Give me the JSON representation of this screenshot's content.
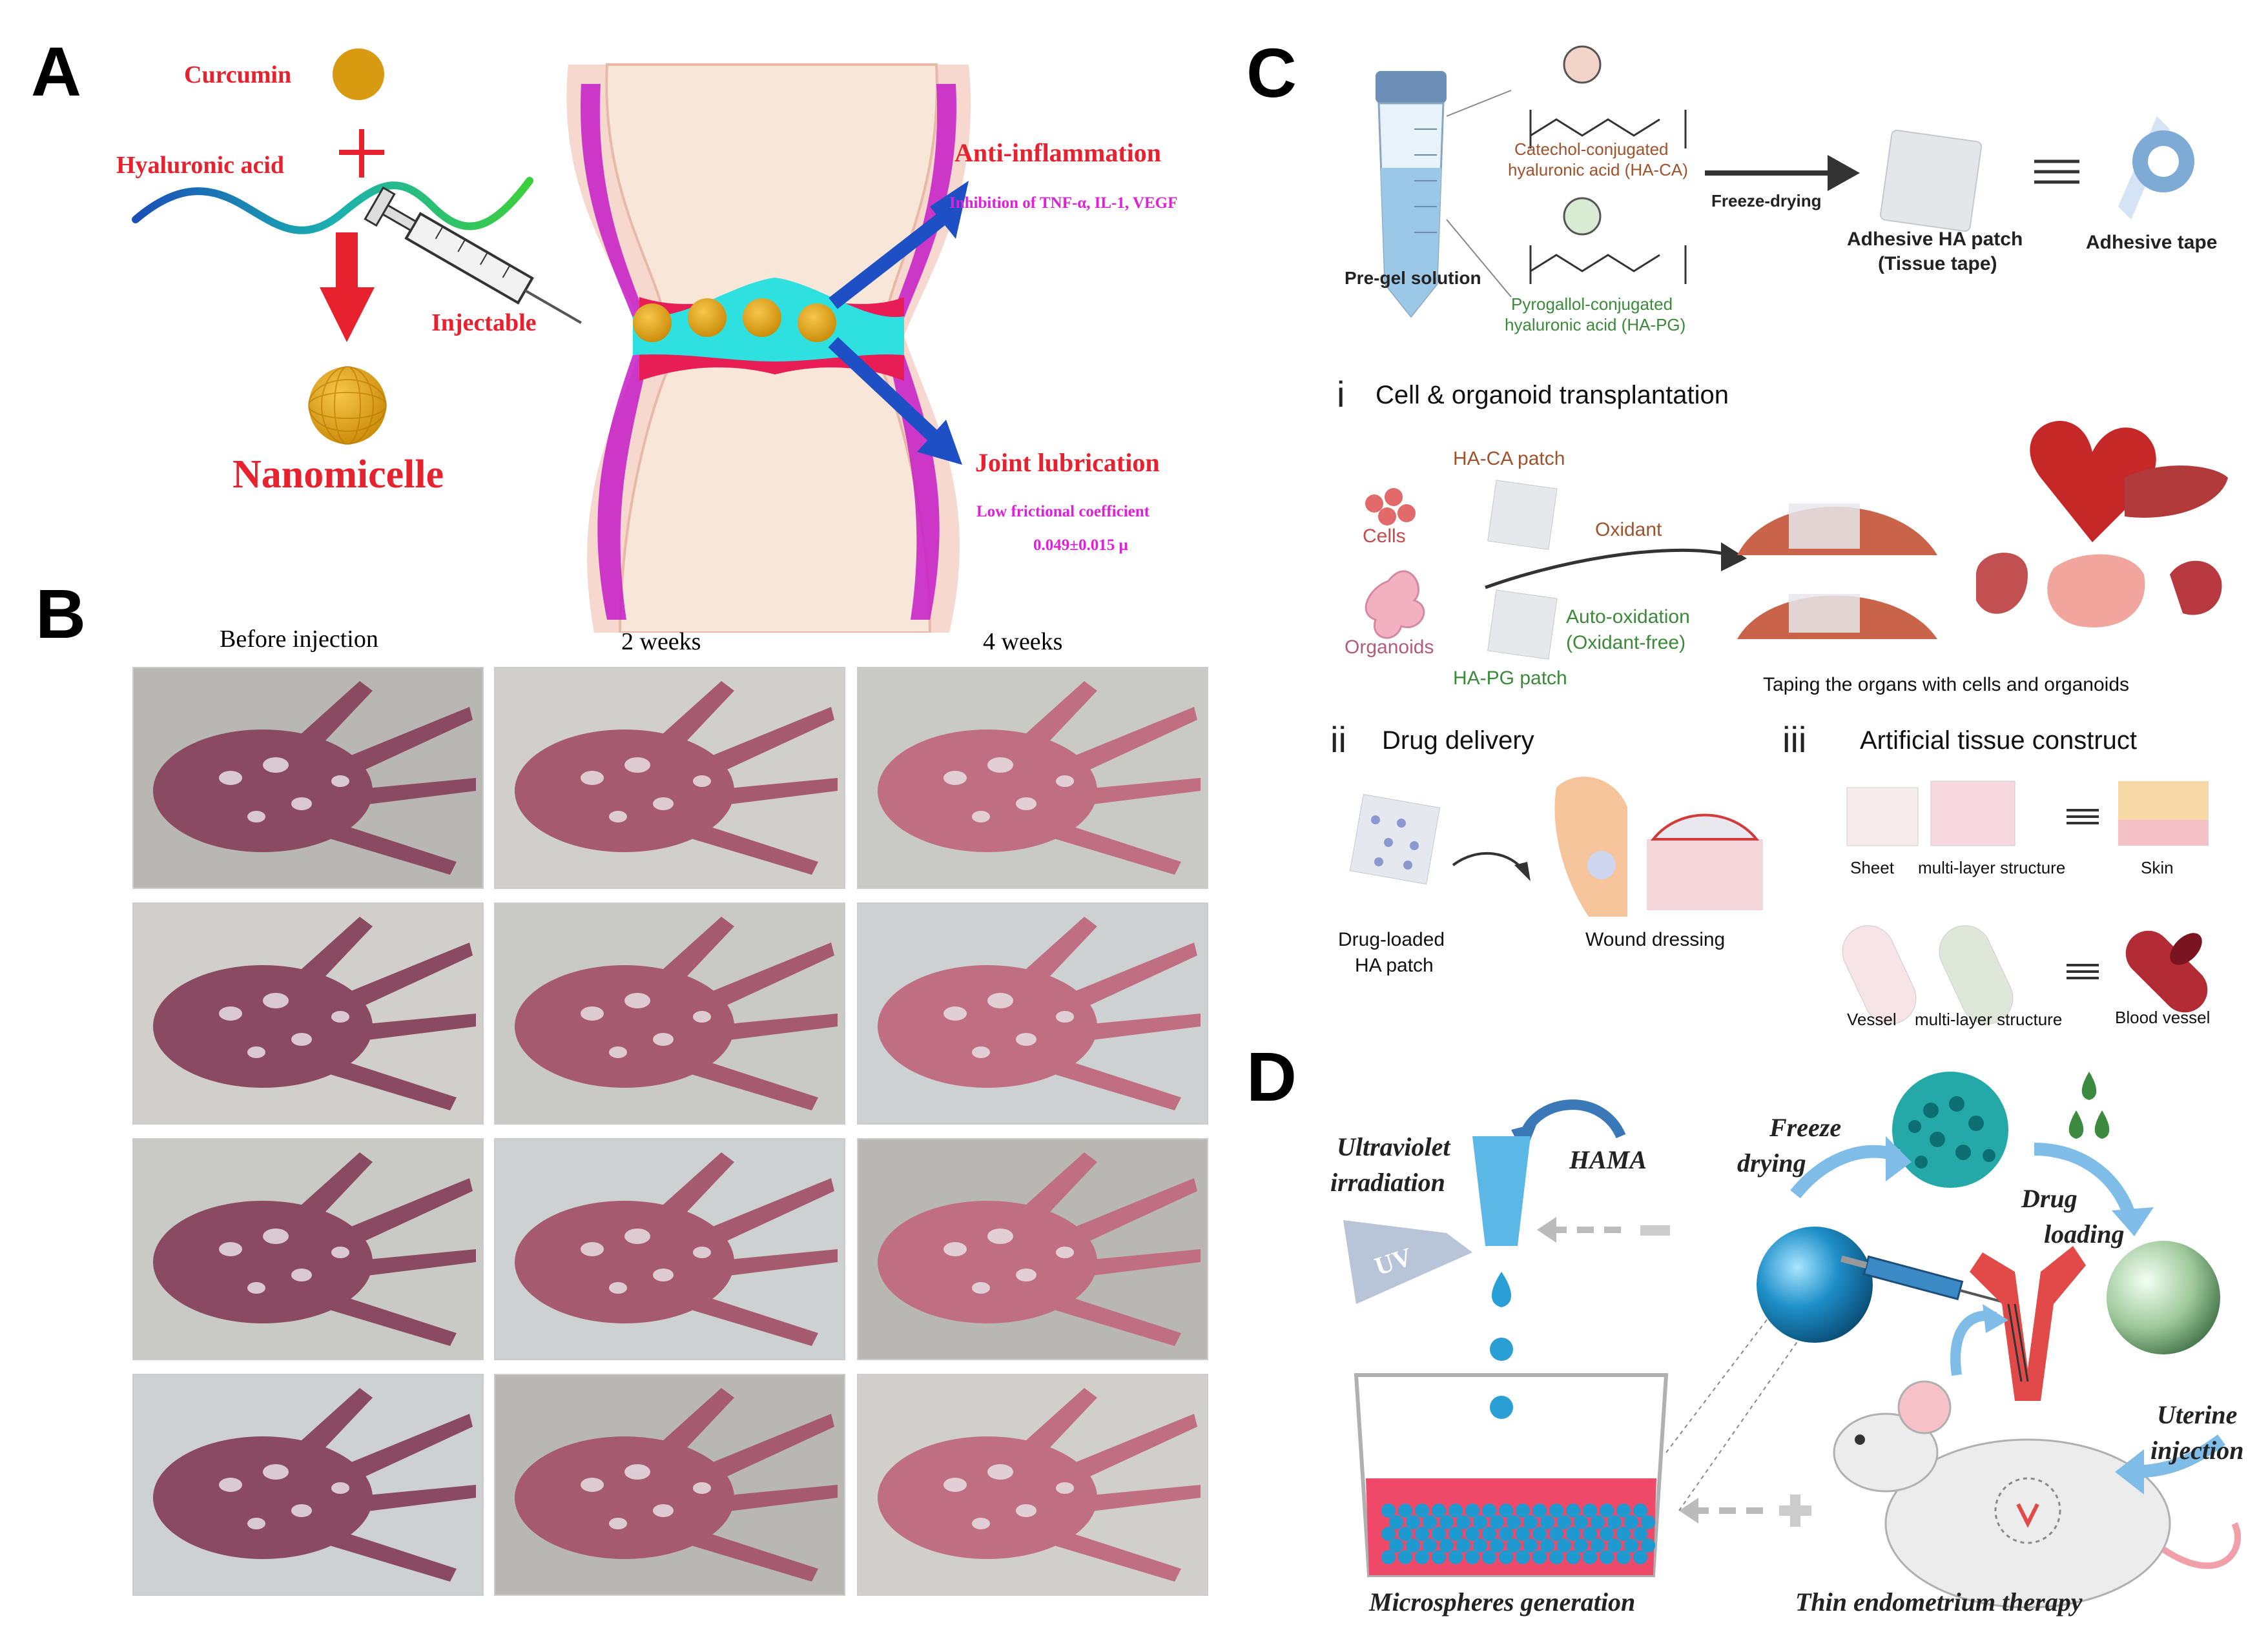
{
  "panel_labels": {
    "a": "A",
    "b": "B",
    "c": "C",
    "d": "D"
  },
  "panel_a": {
    "curcumin": "Curcumin",
    "hyaluronic_acid": "Hyaluronic acid",
    "nanomicelle": "Nanomicelle",
    "injectable": "Injectable",
    "anti_inflammation": "Anti-inflammation",
    "inhibition": "Inhibition of TNF-α, IL-1, VEGF",
    "joint_lubrication": "Joint lubrication",
    "low_friction": "Low frictional coefficient",
    "friction_value": "0.049±0.015 μ"
  },
  "panel_b": {
    "columns": [
      "Before injection",
      "2 weeks",
      "4 weeks"
    ],
    "rows": 4
  },
  "panel_c": {
    "pregel": "Pre-gel solution",
    "ha_ca_1": "Catechol-conjugated",
    "ha_ca_2": "hyaluronic acid (HA-CA)",
    "ha_pg_1": "Pyrogallol-conjugated",
    "ha_pg_2": "hyaluronic acid (HA-PG)",
    "freeze_drying": "Freeze-drying",
    "patch_1": "Adhesive HA patch",
    "patch_2": "(Tissue tape)",
    "tape": "Adhesive tape",
    "sec_i_num": "i",
    "sec_i_title": "Cell & organoid transplantation",
    "cells": "Cells",
    "organoids": "Organoids",
    "ha_ca_patch": "HA-CA patch",
    "ha_pg_patch": "HA-PG patch",
    "oxidant": "Oxidant",
    "auto_ox_1": "Auto-oxidation",
    "auto_ox_2": "(Oxidant-free)",
    "taping": "Taping the organs with cells and organoids",
    "sec_ii_num": "ii",
    "sec_ii_title": "Drug delivery",
    "drug_1": "Drug-loaded",
    "drug_2": "HA patch",
    "wound": "Wound dressing",
    "sec_iii_num": "iii",
    "sec_iii_title": "Artificial tissue construct",
    "sheet": "Sheet",
    "multilayer_1": "multi-layer structure",
    "skin": "Skin",
    "vessel": "Vessel",
    "multilayer_2": "multi-layer structure",
    "blood_vessel": "Blood vessel"
  },
  "panel_d": {
    "uv_1": "Ultraviolet",
    "uv_2": "irradiation",
    "uv_badge": "UV",
    "hama": "HAMA",
    "freeze_1": "Freeze",
    "freeze_2": "drying",
    "drug_1": "Drug",
    "drug_2": "loading",
    "uterine_1": "Uterine",
    "uterine_2": "injection",
    "microspheres": "Microspheres  generation",
    "therapy": "Thin endometrium therapy"
  }
}
